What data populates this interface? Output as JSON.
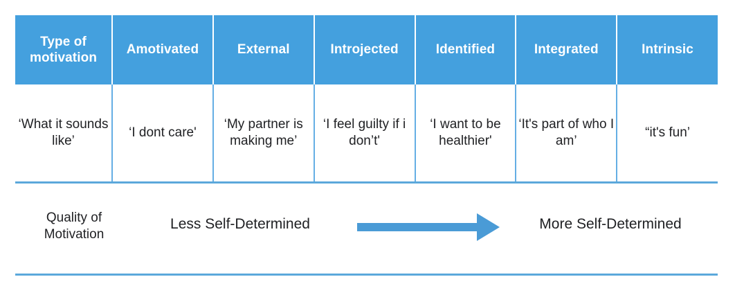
{
  "table": {
    "headers": [
      "Type of motivation",
      "Amotivated",
      "External",
      "Introjected",
      "Identified",
      "Integrated",
      "Intrinsic"
    ],
    "rows": [
      {
        "label": "‘What it sounds like’",
        "cells": [
          "‘I dont care'",
          "‘My partner is making me’",
          "‘I feel guilty if i don’t'",
          "‘I want to be healthier'",
          "‘It's part of who I am’",
          "“it's fun’"
        ]
      }
    ]
  },
  "quality": {
    "label": "Quality of Motivation",
    "less_label": "Less Self-Determined",
    "more_label": "More Self-Determined",
    "arrow_icon": "right-arrow-icon"
  },
  "colors": {
    "header_blue": "#44A0DE",
    "divider_blue": "#64AEE4",
    "rule_blue": "#5BA8DB",
    "arrow_blue": "#4A9BD6",
    "header_text": "#FFFFFF",
    "body_text": "#202124"
  }
}
